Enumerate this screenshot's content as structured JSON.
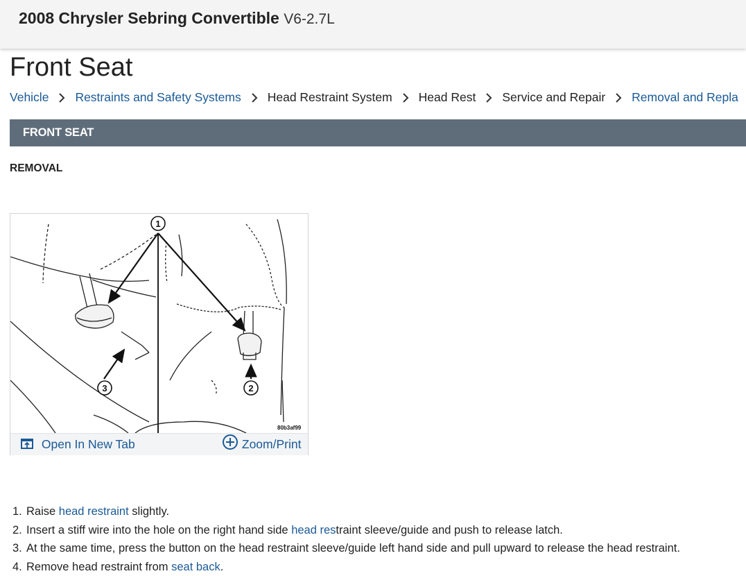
{
  "header": {
    "vehicle_name": "2008 Chrysler Sebring Convertible",
    "engine": "V6-2.7L"
  },
  "page_title": "Front Seat",
  "breadcrumb": [
    {
      "label": "Vehicle",
      "link": true
    },
    {
      "label": "Restraints and Safety Systems",
      "link": true
    },
    {
      "label": "Head Restraint System",
      "link": false
    },
    {
      "label": "Head Rest",
      "link": false
    },
    {
      "label": "Service and Repair",
      "link": false
    },
    {
      "label": "Removal and Repla",
      "link": true
    }
  ],
  "section_title": "FRONT SEAT",
  "subsection_title": "REMOVAL",
  "figure": {
    "code": "80b3af99",
    "callouts": [
      "1",
      "2",
      "3"
    ],
    "open_label": "Open In New Tab",
    "zoom_label": "Zoom/Print"
  },
  "steps": [
    {
      "num": "1.",
      "t1": "Raise ",
      "link": "head restraint",
      "t2": " slightly."
    },
    {
      "num": "2.",
      "t1": "Insert a stiff wire into the hole on the right hand side ",
      "link": "head res",
      "t2": "traint sleeve/guide and push to release latch."
    },
    {
      "num": "3.",
      "t1": "At the same time, press the button on the head restraint sleeve/guide left hand side and pull upward to release the head restraint.",
      "link": "",
      "t2": ""
    },
    {
      "num": "4.",
      "t1": "Remove head restraint from ",
      "link": "seat back",
      "t2": "."
    }
  ],
  "colors": {
    "link": "#1a5a96",
    "section_bar": "#5f6d7a",
    "header_bg": "#f4f4f4"
  }
}
